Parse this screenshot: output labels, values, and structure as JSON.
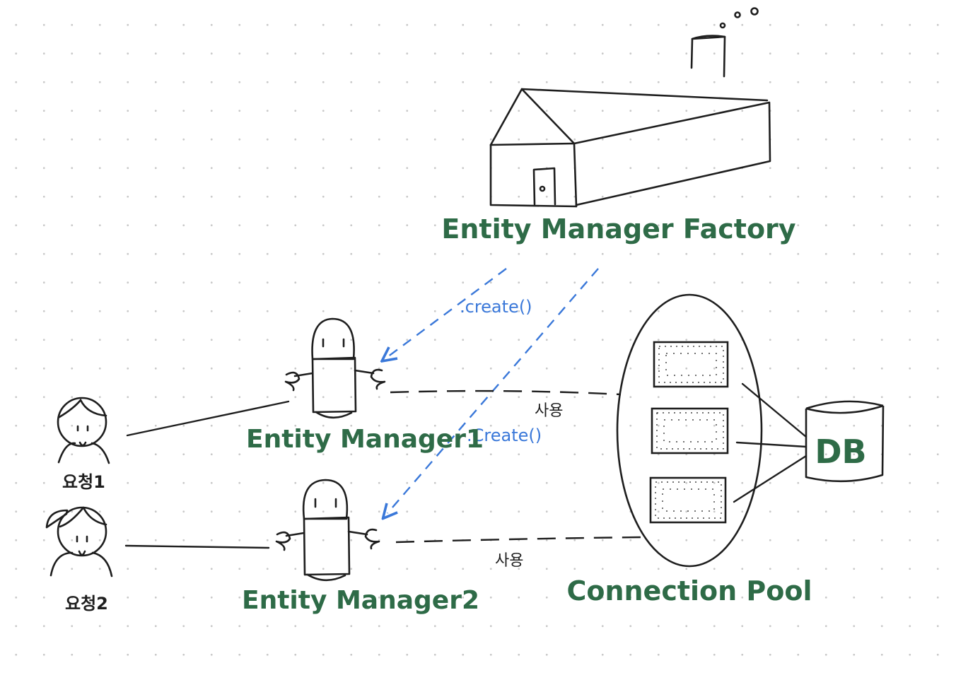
{
  "factory": {
    "label": "Entity Manager Factory"
  },
  "managers": [
    {
      "label": "Entity Manager1",
      "request_label": "요청1",
      "use_label": "사용",
      "create_label": ".create()"
    },
    {
      "label": "Entity Manager2",
      "request_label": "요청2",
      "use_label": "사용",
      "create_label": ".Create()"
    }
  ],
  "pool": {
    "label": "Connection Pool"
  },
  "db": {
    "label": "DB"
  },
  "colors": {
    "green": "#2e6b47",
    "blue": "#3a78d9",
    "ink": "#1e1e1e"
  }
}
